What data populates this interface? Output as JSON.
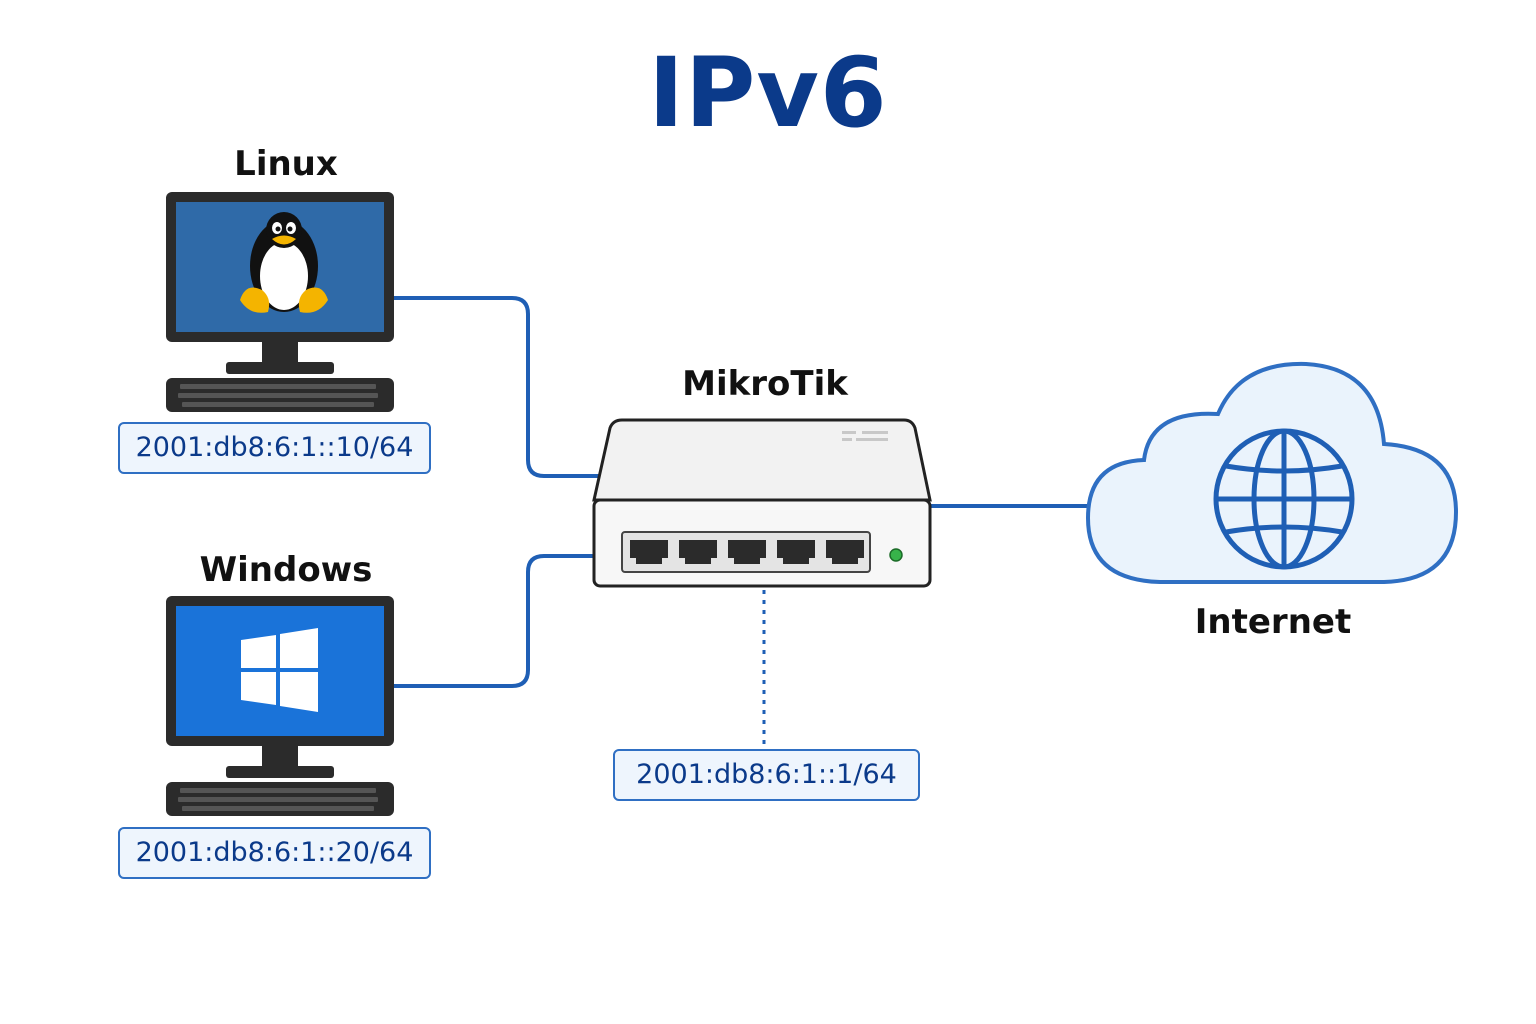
{
  "title": "IPv6",
  "linux": {
    "label": "Linux",
    "address": "2001:db8:6:1::10/64",
    "icon": "tux-penguin-icon",
    "screen_color": "#2f6aa8"
  },
  "windows": {
    "label": "Windows",
    "address": "2001:db8:6:1::20/64",
    "icon": "windows-logo-icon",
    "screen_color": "#1a73d9"
  },
  "router": {
    "label": "MikroTik",
    "address": "2001:db8:6:1::1/64",
    "ports": 5,
    "status_led": "#37b34a"
  },
  "internet": {
    "label": "Internet",
    "icon": "globe-icon"
  },
  "colors": {
    "link": "#1f5fb5",
    "title": "#0b3a8a",
    "cloud_fill": "#eaf3fc",
    "cloud_stroke": "#2f6fc3"
  }
}
